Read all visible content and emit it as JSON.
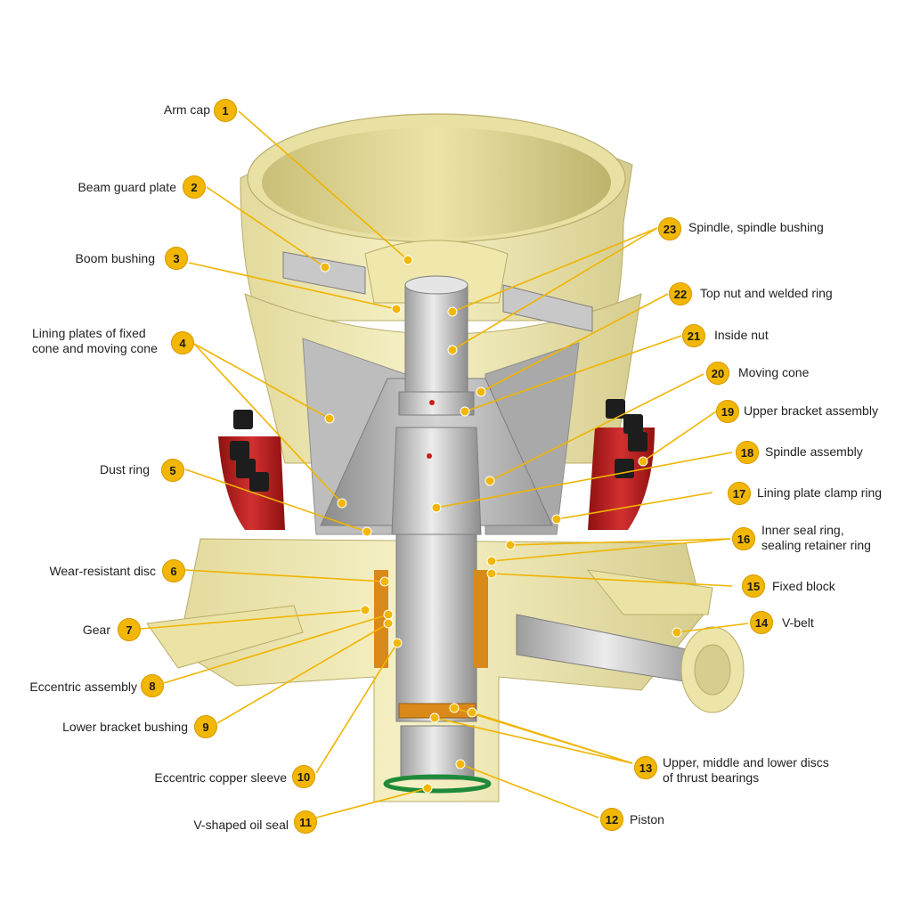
{
  "labels": [
    {
      "n": "1",
      "text": "Arm cap"
    },
    {
      "n": "2",
      "text": "Beam guard plate"
    },
    {
      "n": "3",
      "text": "Boom bushing"
    },
    {
      "n": "4",
      "text": "Lining plates of fixed\ncone and moving cone"
    },
    {
      "n": "5",
      "text": "Dust ring"
    },
    {
      "n": "6",
      "text": "Wear-resistant disc"
    },
    {
      "n": "7",
      "text": "Gear"
    },
    {
      "n": "8",
      "text": "Eccentric assembly"
    },
    {
      "n": "9",
      "text": "Lower bracket bushing"
    },
    {
      "n": "10",
      "text": "Eccentric copper sleeve"
    },
    {
      "n": "11",
      "text": "V-shaped oil seal"
    },
    {
      "n": "12",
      "text": "Piston"
    },
    {
      "n": "13",
      "text": "Upper, middle and lower discs\nof thrust bearings"
    },
    {
      "n": "14",
      "text": "V-belt"
    },
    {
      "n": "15",
      "text": "Fixed block"
    },
    {
      "n": "16",
      "text": "Inner seal ring,\nsealing retainer ring"
    },
    {
      "n": "17",
      "text": "Lining plate clamp ring"
    },
    {
      "n": "18",
      "text": "Spindle assembly"
    },
    {
      "n": "19",
      "text": "Upper bracket assembly"
    },
    {
      "n": "20",
      "text": "Moving cone"
    },
    {
      "n": "21",
      "text": "Inside nut"
    },
    {
      "n": "22",
      "text": "Top nut and welded ring"
    },
    {
      "n": "23",
      "text": "Spindle, spindle bushing"
    }
  ],
  "colors": {
    "body": "#f1ebb4",
    "body_shade": "#d9d094",
    "steel": "#c9c9c9",
    "copper": "#d9881a",
    "red": "#b81c1c",
    "callout": "#f2b705"
  }
}
